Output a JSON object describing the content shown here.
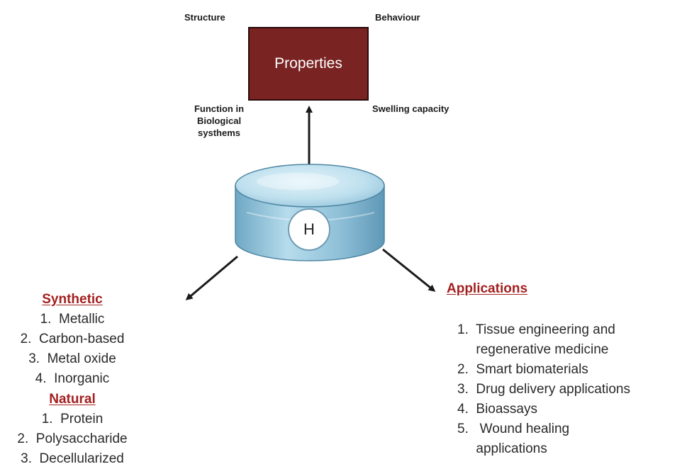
{
  "center_label": "H",
  "properties_box": {
    "label": "Properties"
  },
  "property_aspects": {
    "structure": "Structure",
    "behaviour": "Behaviour",
    "function": [
      "Function in",
      "Biological",
      "systhems"
    ],
    "swelling": "Swelling capacity"
  },
  "synthetic": {
    "heading": "Synthetic",
    "items": [
      "1.  Metallic",
      "2.  Carbon-based",
      "3.  Metal oxide",
      "4.  Inorganic"
    ]
  },
  "natural": {
    "heading": "Natural",
    "items": [
      "1.  Protein",
      "2.  Polysaccharide",
      "3.  Decellularized"
    ]
  },
  "applications": {
    "heading": "Applications",
    "items": [
      "1.  Tissue engineering and",
      "     regenerative medicine",
      "2.  Smart biomaterials",
      "3.  Drug delivery applications",
      "4.  Bioassays",
      "5.   Wound healing",
      "     applications"
    ]
  },
  "colors": {
    "box_fill": "#7a2323",
    "heading": "#a32020",
    "hydrogel": "#9ec9de"
  }
}
